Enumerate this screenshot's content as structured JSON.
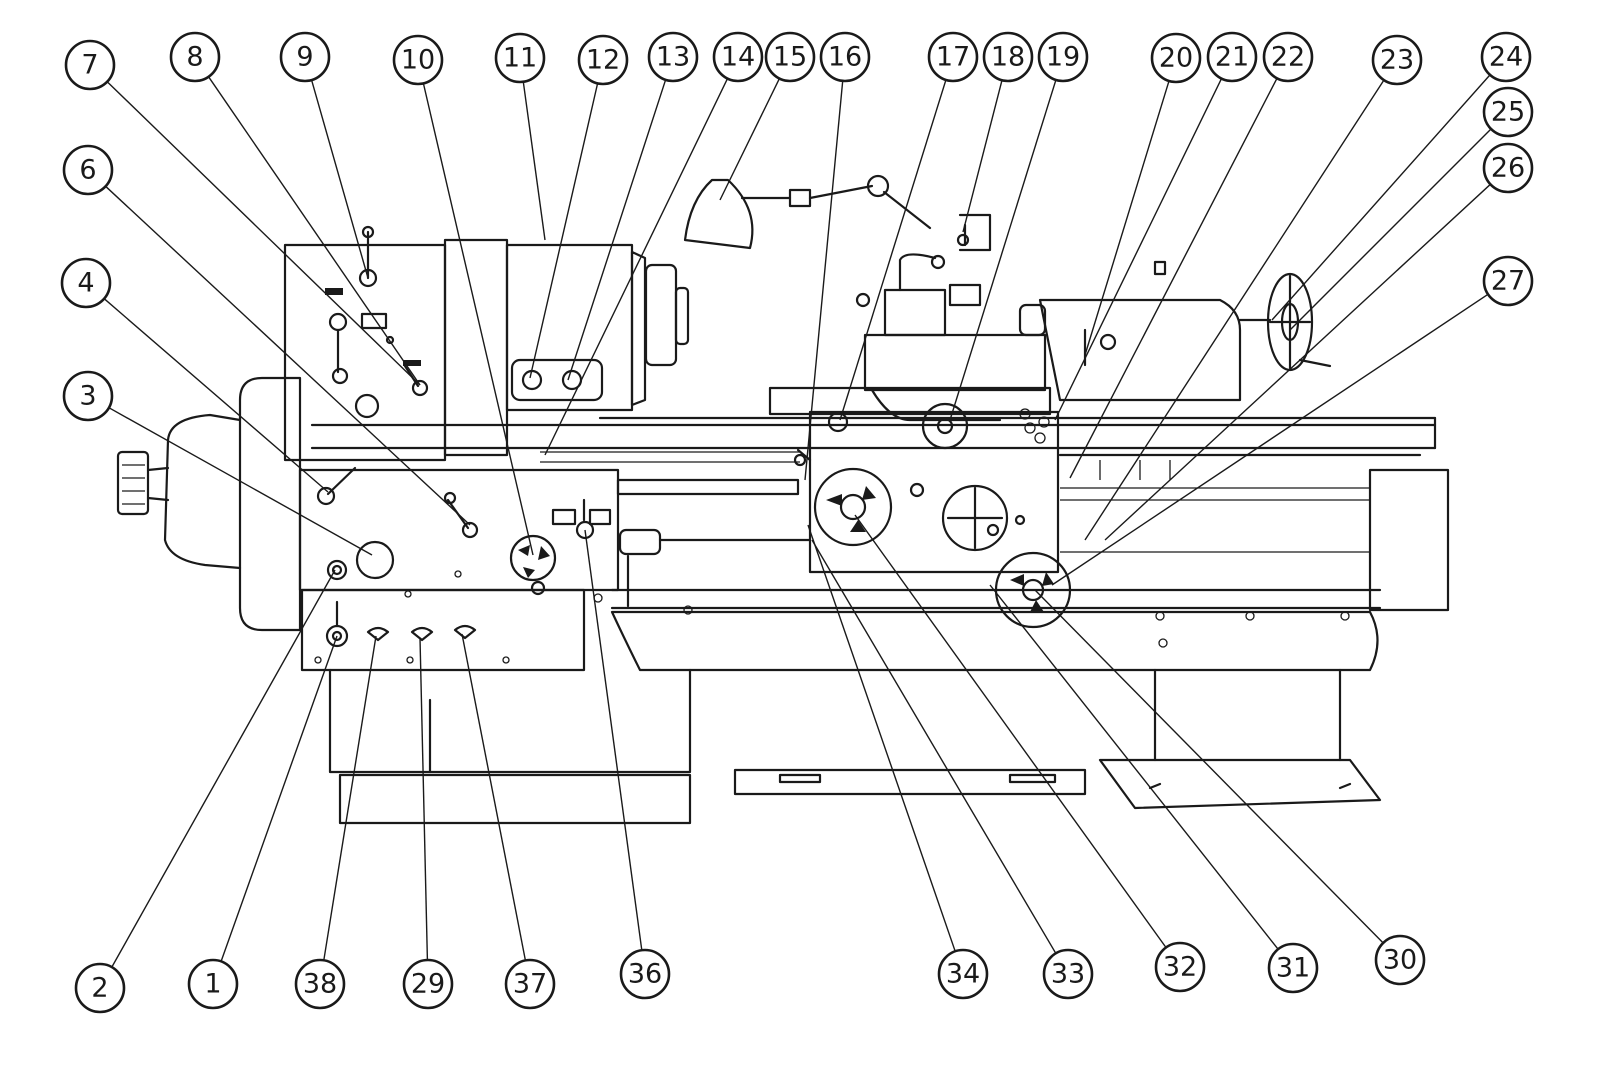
{
  "diagram": {
    "callouts": [
      {
        "id": "7",
        "label": "7"
      },
      {
        "id": "8",
        "label": "8"
      },
      {
        "id": "9",
        "label": "9"
      },
      {
        "id": "10",
        "label": "10"
      },
      {
        "id": "11",
        "label": "11"
      },
      {
        "id": "12",
        "label": "12"
      },
      {
        "id": "13",
        "label": "13"
      },
      {
        "id": "14",
        "label": "14"
      },
      {
        "id": "15",
        "label": "15"
      },
      {
        "id": "16",
        "label": "16"
      },
      {
        "id": "17",
        "label": "17"
      },
      {
        "id": "18",
        "label": "18"
      },
      {
        "id": "19",
        "label": "19"
      },
      {
        "id": "20",
        "label": "20"
      },
      {
        "id": "21",
        "label": "21"
      },
      {
        "id": "22",
        "label": "22"
      },
      {
        "id": "23",
        "label": "23"
      },
      {
        "id": "24",
        "label": "24"
      },
      {
        "id": "25",
        "label": "25"
      },
      {
        "id": "26",
        "label": "26"
      },
      {
        "id": "27",
        "label": "27"
      },
      {
        "id": "6",
        "label": "6"
      },
      {
        "id": "4",
        "label": "4"
      },
      {
        "id": "3",
        "label": "3"
      },
      {
        "id": "2",
        "label": "2"
      },
      {
        "id": "1",
        "label": "1"
      },
      {
        "id": "38",
        "label": "38"
      },
      {
        "id": "29",
        "label": "29"
      },
      {
        "id": "37",
        "label": "37"
      },
      {
        "id": "36",
        "label": "36"
      },
      {
        "id": "34",
        "label": "34"
      },
      {
        "id": "33",
        "label": "33"
      },
      {
        "id": "32",
        "label": "32"
      },
      {
        "id": "31",
        "label": "31"
      },
      {
        "id": "30",
        "label": "30"
      }
    ]
  }
}
